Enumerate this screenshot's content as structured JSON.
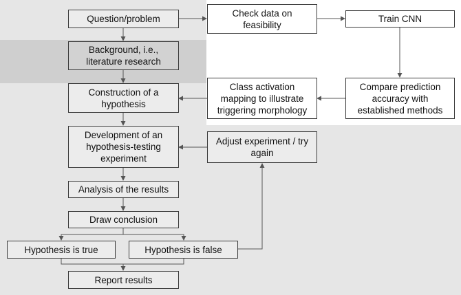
{
  "nodes": {
    "question": "Question/problem",
    "background": "Background, i.e., literature research",
    "hypothesis": "Construction of a hypothesis",
    "experiment": "Development of an hypothesis-testing experiment",
    "analysis": "Analysis of the results",
    "conclusion": "Draw conclusion",
    "true": "Hypothesis is true",
    "false": "Hypothesis is false",
    "report": "Report results",
    "adjust": "Adjust experiment / try again",
    "check_data": "Check data on feasibility",
    "train_cnn": "Train CNN",
    "compare": "Compare prediction accuracy with established methods",
    "cam": "Class activation mapping to illustrate triggering morphology"
  },
  "colors": {
    "scientific_method_band": "#e6e6e6",
    "literature_band": "#cfcfcf",
    "ml_workflow_panel": "#ffffff",
    "edge": "#555555"
  }
}
